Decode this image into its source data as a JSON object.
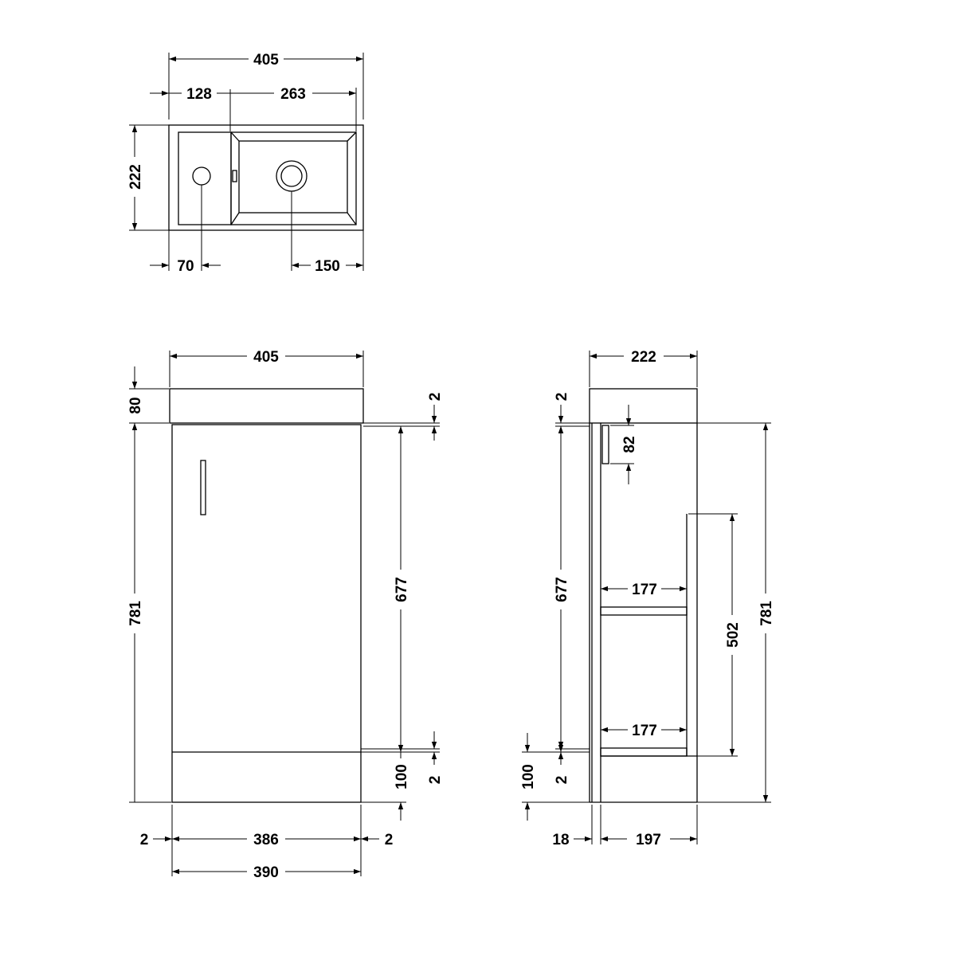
{
  "plan_view": {
    "overall_width": "405",
    "basin_left_offset": "128",
    "basin_bowl_width": "263",
    "depth": "222",
    "tap_hole_offset": "70",
    "waste_offset": "150"
  },
  "front_view": {
    "overall_width": "405",
    "basin_height": "80",
    "gap_top": "2",
    "unit_height": "781",
    "door_height": "677",
    "plinth_height": "100",
    "gap_bottom": "2",
    "side_gap_left": "2",
    "door_width": "386",
    "side_gap_right": "2",
    "carcass_width": "390"
  },
  "side_view": {
    "overall_depth": "222",
    "gap_top": "2",
    "handle_length": "82",
    "door_height": "677",
    "shelf_depth_upper": "177",
    "shelf_depth_lower": "177",
    "internal_height": "502",
    "unit_height": "781",
    "plinth_height": "100",
    "gap_bottom": "2",
    "door_thickness": "18",
    "carcass_depth": "197"
  }
}
